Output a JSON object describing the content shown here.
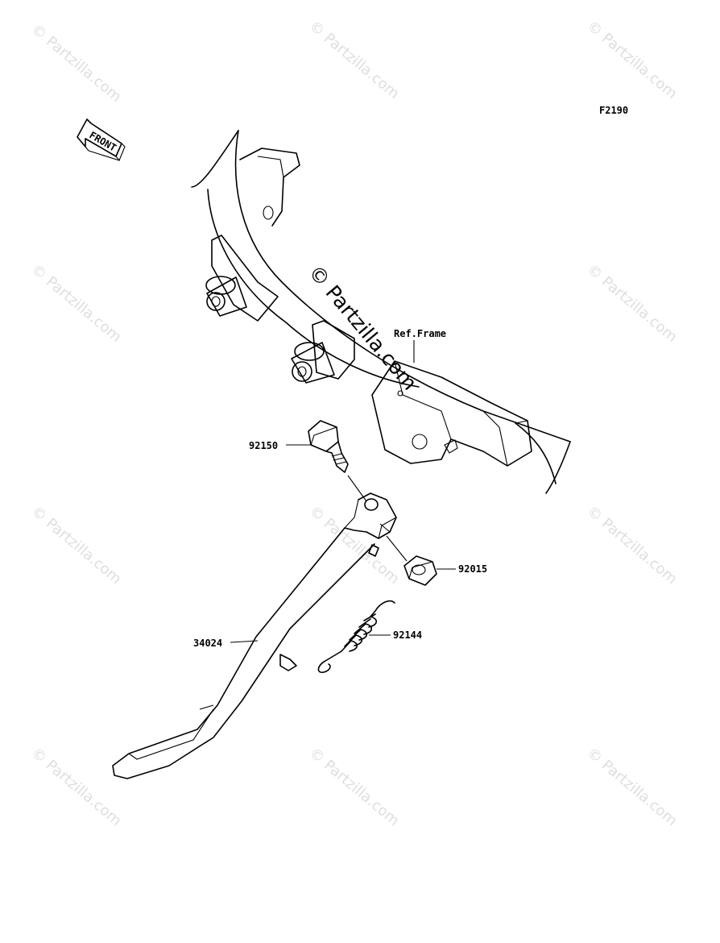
{
  "diagram_code": "F2190",
  "front_arrow_label": "FRONT",
  "watermark_text": "© Partzilla.com",
  "center_watermark_text": "© Partzilla.com",
  "callouts": {
    "ref_frame": "Ref.Frame",
    "bolt": "92150",
    "nut": "92015",
    "spring": "92144",
    "side_stand": "34024"
  }
}
